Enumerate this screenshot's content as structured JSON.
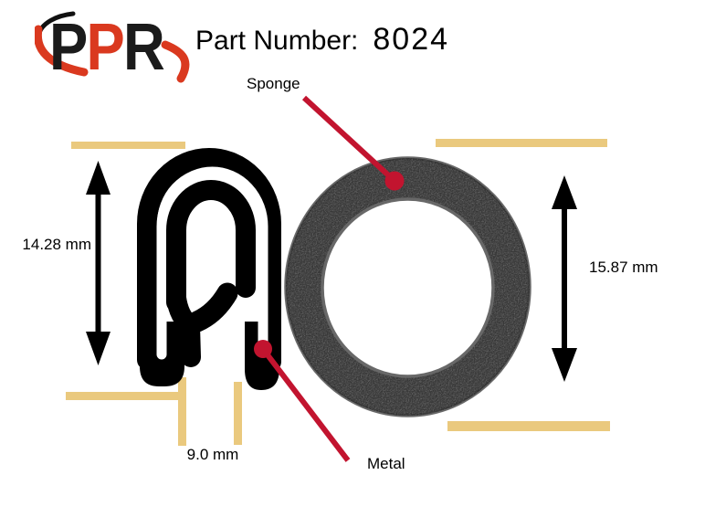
{
  "header": {
    "logo": {
      "letters": [
        {
          "char": "P",
          "color": "#1b1b1b"
        },
        {
          "char": "P",
          "color": "#da391f"
        },
        {
          "char": "R",
          "color": "#1b1b1b"
        }
      ]
    },
    "part_label": "Part Number:",
    "part_value": "8024"
  },
  "labels": {
    "sponge": "Sponge",
    "metal": "Metal"
  },
  "dimensions": {
    "left_height": "14.28 mm",
    "right_height": "15.87 mm",
    "bottom_width": "9.0 mm"
  },
  "colors": {
    "ink_black": "#000000",
    "leader_red": "#c2142f",
    "guide_tan": "#eac97e",
    "sponge_gray": "#7b7b7b",
    "sponge_edge_gray": "#686868",
    "logo_red": "#da391f"
  }
}
